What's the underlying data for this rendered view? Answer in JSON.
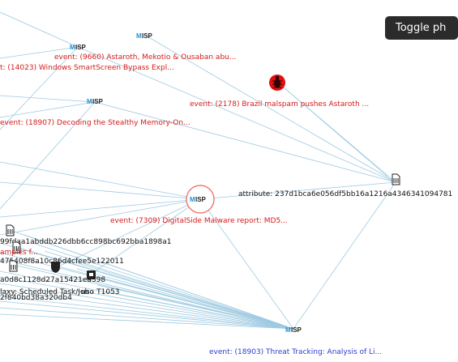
{
  "toolbar": {
    "toggle_label": "Toggle ph"
  },
  "colors": {
    "edge": "#9ecae1",
    "event_text": "#d61a1a",
    "event_text_selected": "#2e3ccc",
    "misp_blue": "#1f8fd6"
  },
  "nodes": {
    "event_9660": {
      "label": "event: (9660) Astaroth, Mekotio & Ousaban abu...",
      "icon": "misp-logo"
    },
    "event_14023": {
      "label": "t: (14023) Windows SmartScreen Bypass Expl...",
      "icon": "misp-logo"
    },
    "event_2178": {
      "label": "event: (2178) Brazil malspam pushes Astaroth ...",
      "icon": "bug-icon"
    },
    "event_18907": {
      "label": "event: (18907) Decoding the Stealthy Memory-On...",
      "icon": "misp-logo"
    },
    "attribute": {
      "label": "attribute: 237d1bca6e056df5bb16a1216a4346341094781",
      "icon": "file-icon"
    },
    "event_7309": {
      "label": "event: (7309) DigitalSide Malware report: MD5...",
      "icon": "misp-logo"
    },
    "event_18903": {
      "label": "event: (18903) Threat Tracking: Analysis of Li...",
      "icon": "misp-logo"
    }
  },
  "misp_logo": {
    "m": "M",
    "rest": "ISP"
  },
  "cluster": {
    "hash_1": "99fdaa1abddb226dbb6cc898bc692bba1898a1",
    "samples": "amples f...",
    "hash_2": "475408f8a10c86d4cfee5e122011",
    "hash_3": "a0d8c1128d27a15421ea398",
    "galaxy": "laxy: Scheduled Task/Job - T1053",
    "uso": "uso",
    "hash_4": "2f840bd38a320db4"
  }
}
